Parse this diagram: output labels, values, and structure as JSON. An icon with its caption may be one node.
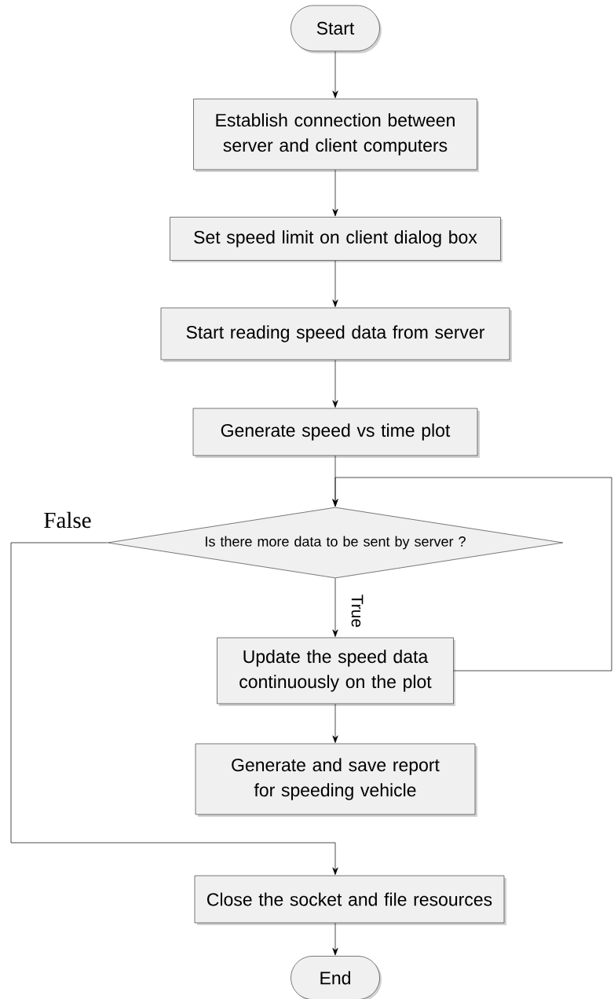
{
  "diagram": {
    "nodes": [
      {
        "text": [
          "Start"
        ]
      },
      {
        "text": [
          "Establish connection between server and client computers"
        ]
      },
      {
        "text": [
          "Set speed limit on client dialog box"
        ]
      },
      {
        "text": [
          "Start reading speed data from server"
        ]
      },
      {
        "text": [
          "Generate speed vs time plot"
        ]
      },
      {
        "text": [
          "Is there  more data to be  sent by server ?"
        ]
      },
      {
        "text": [
          "Update the speed data continuously on the plot"
        ]
      },
      {
        "text": [
          "Generate and save report for speeding vehicle"
        ]
      },
      {
        "text": [
          "Close the socket and file resources"
        ]
      },
      {
        "text": [
          "End"
        ]
      }
    ],
    "edges": [
      {
        "from": 0,
        "to": 1,
        "arrow": "to"
      },
      {
        "from": 1,
        "to": 2,
        "arrow": "to"
      },
      {
        "from": 2,
        "to": 3,
        "arrow": "to"
      },
      {
        "from": 3,
        "to": 4,
        "arrow": "to"
      },
      {
        "from": 4,
        "to": 5,
        "arrow": "to"
      },
      {
        "from": 5,
        "to": 6,
        "arrow": "to",
        "label": "True"
      },
      {
        "from": 6,
        "to": 7,
        "arrow": "to"
      },
      {
        "from": 6,
        "to": 5,
        "arrow": "to"
      },
      {
        "from": 5,
        "to": 8,
        "arrow": "to",
        "label": "False"
      },
      {
        "from": 8,
        "to": 9,
        "arrow": "to"
      }
    ]
  }
}
